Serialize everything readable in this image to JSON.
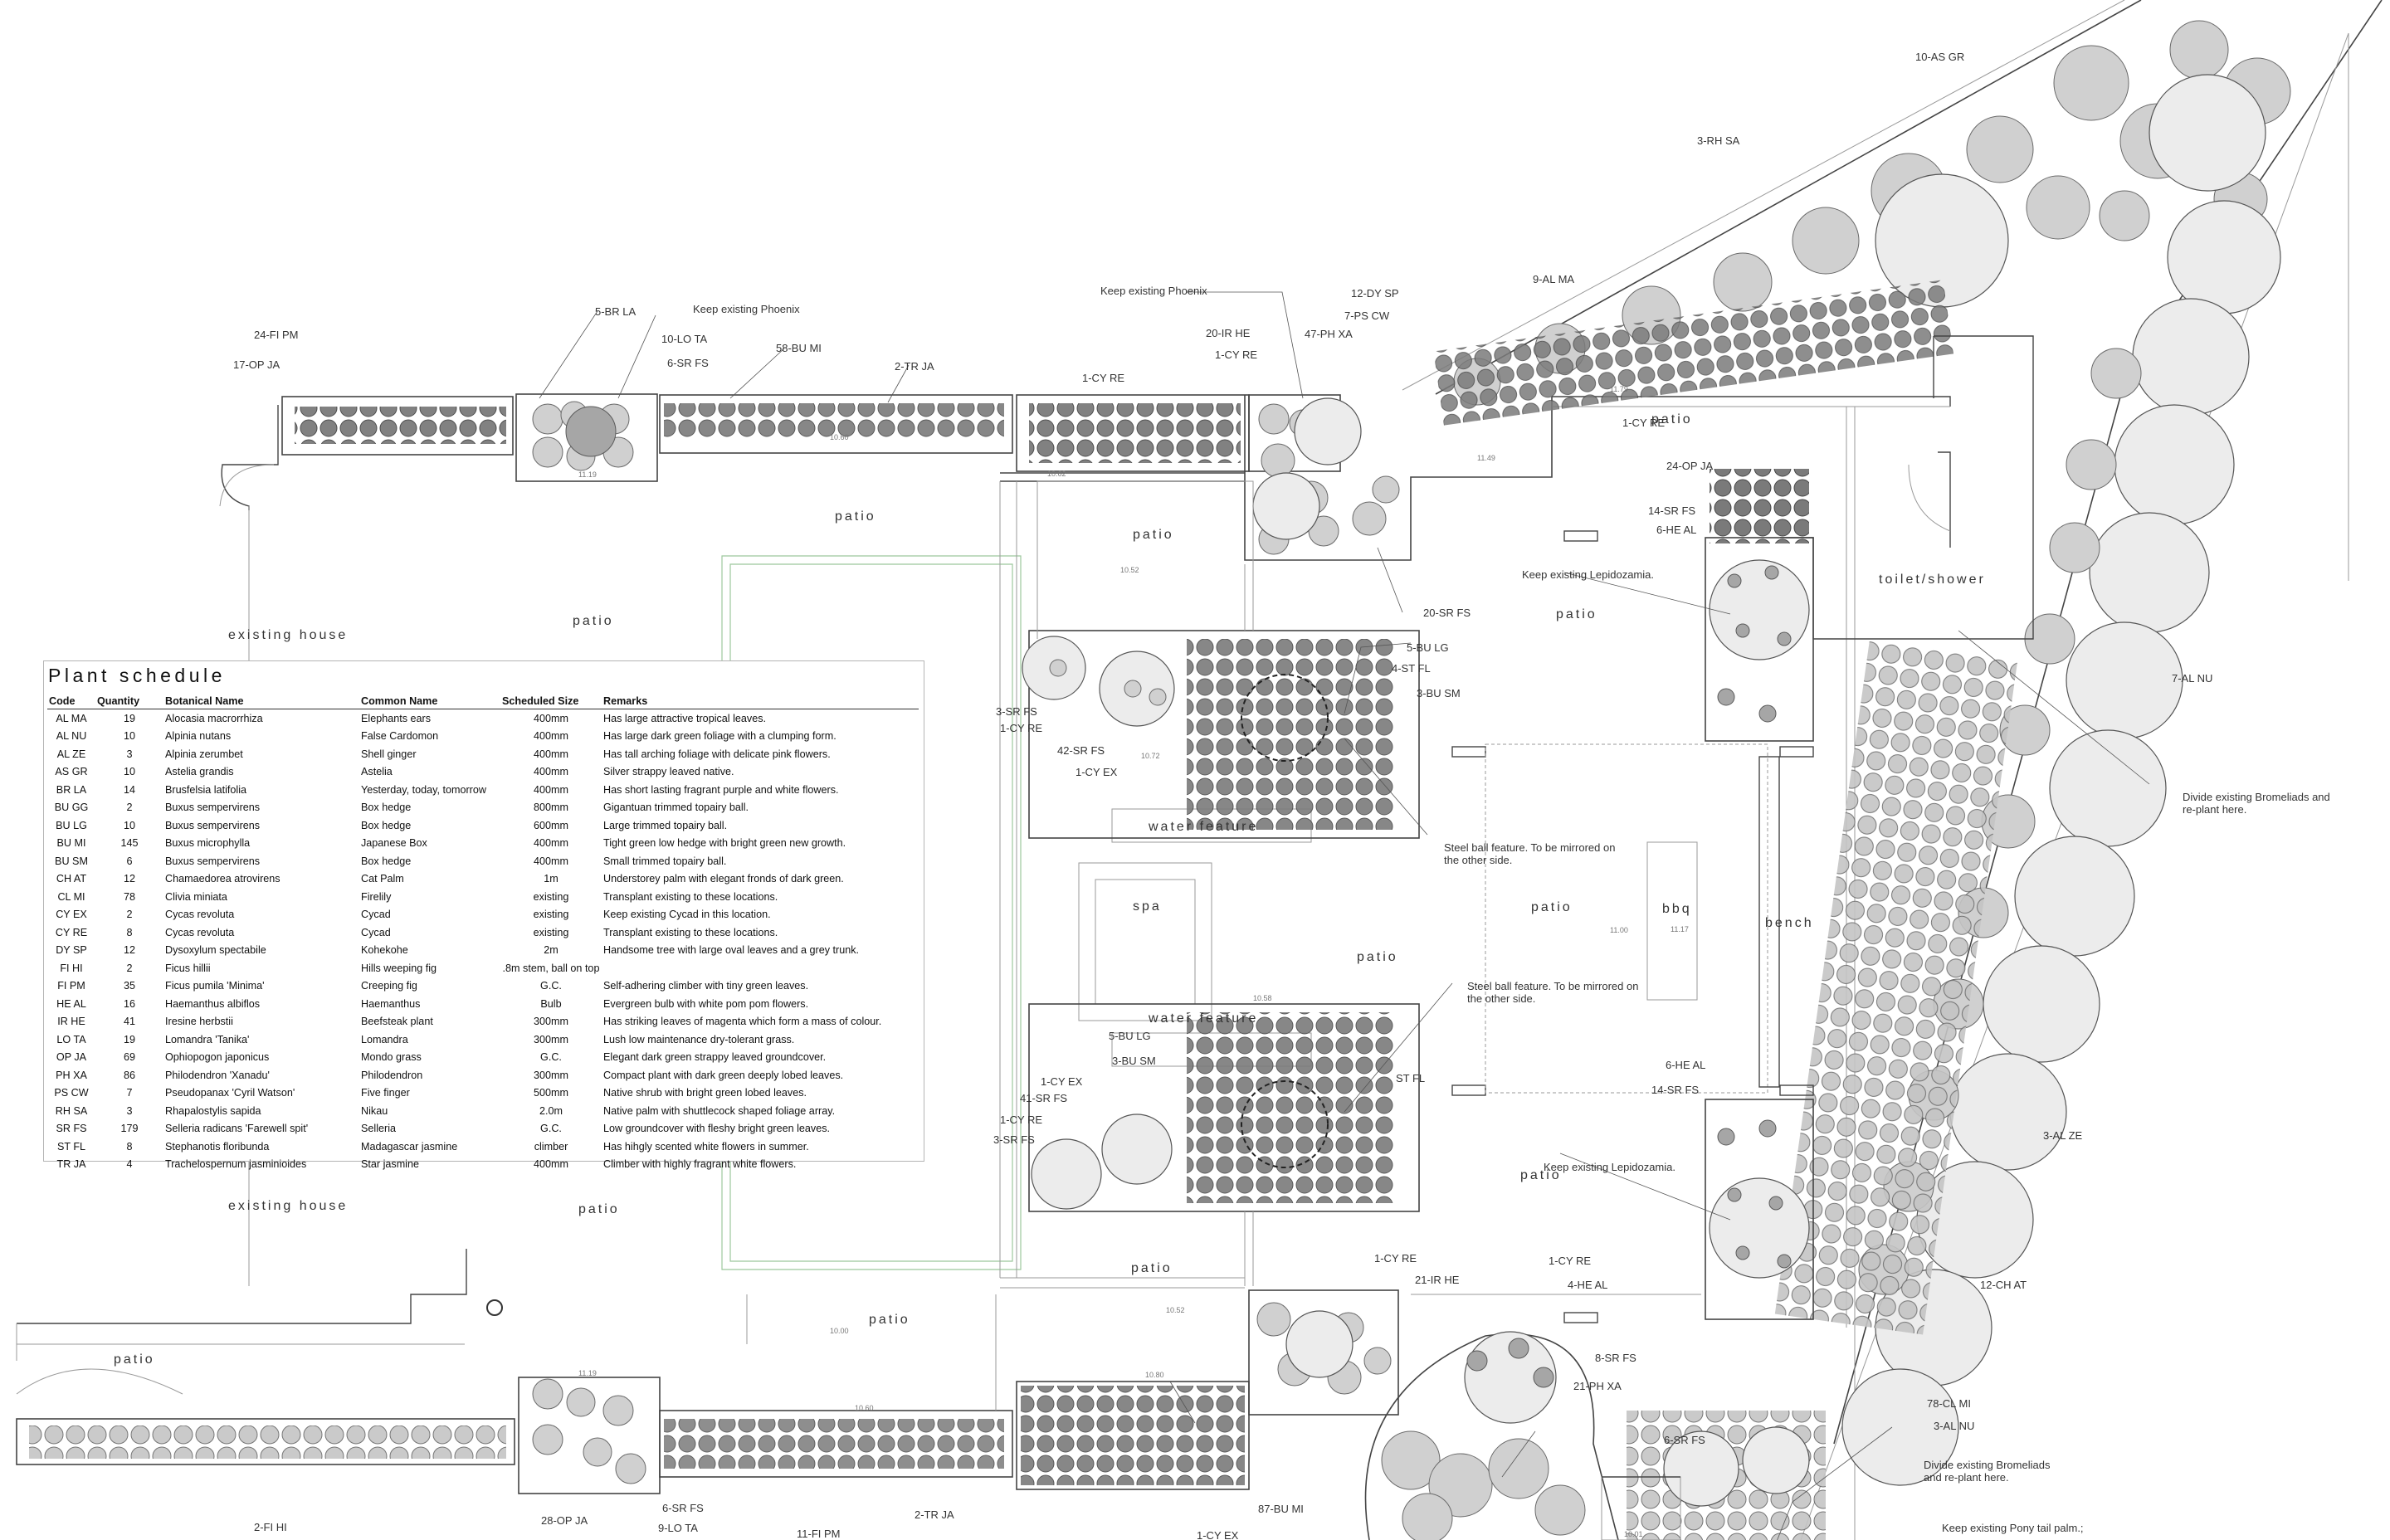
{
  "areas": {
    "patio_top_center": "patio",
    "patio_upper_left": "patio",
    "patio_mid": "patio",
    "patio_right": "patio",
    "patio_center": "patio",
    "patio_lower": "patio",
    "patio_bottom_center": "patio",
    "patio_bottom": "patio",
    "patio_far_left": "patio",
    "patio_lower_right": "patio",
    "patio_side": "patio",
    "patio_garden_right": "patio",
    "existing_house_top": "existing house",
    "existing_house_bottom": "existing house",
    "water_feature_top": "water feature",
    "water_feature_bottom": "water feature",
    "spa": "spa",
    "bbq": "bbq",
    "bench": "bench",
    "toilet_shower": "toilet/shower"
  },
  "levels": [
    "11.19",
    "10.60",
    "10.62",
    "11.79",
    "11.49",
    "10.52",
    "10.72",
    "10.58",
    "11.00",
    "11.17",
    "11.19",
    "10.60",
    "10.80",
    "10.52",
    "10.00",
    "10.01"
  ],
  "callouts": {
    "l01": "10-AS GR",
    "l02": "3-RH SA",
    "l03": "9-AL MA",
    "l04": "12-DY SP",
    "l05": "7-PS CW",
    "l06": "47-PH XA",
    "l07": "Keep existing Phoenix",
    "l08": "20-IR HE",
    "l09": "1-CY RE",
    "l10": "1-CY RE",
    "l11": "5-BR LA",
    "l12": "Keep existing Phoenix",
    "l13": "10-LO TA",
    "l14": "6-SR FS",
    "l15": "58-BU MI",
    "l16": "2-TR JA",
    "l17": "24-FI PM",
    "l18": "17-OP JA",
    "l19": "1-CY RE",
    "l20": "24-OP JA",
    "l21": "14-SR FS",
    "l22": "6-HE AL",
    "l23": "Keep existing Lepidozamia.",
    "l24": "20-SR FS",
    "l25": "5-BU LG",
    "l26": "4-ST FL",
    "l27": "3-BU SM",
    "l28": "3-SR FS",
    "l29": "1-CY RE",
    "l30": "42-SR FS",
    "l31": "1-CY EX",
    "l32": "7-AL NU",
    "l33": "Divide existing Bromeliads and",
    "l34": "re-plant here.",
    "l35": "Steel ball feature. To be mirrored on",
    "l36": "the other side.",
    "l37": "Steel ball feature. To be mirrored on",
    "l38": "the other side.",
    "l39": "5-BU LG",
    "l40": "3-BU SM",
    "l41": "ST FL",
    "l42": "1-CY EX",
    "l43": "41-SR FS",
    "l44": "1-CY RE",
    "l45": "3-SR FS",
    "l46": "6-HE AL",
    "l47": "14-SR FS",
    "l48": "Keep existing Lepidozamia.",
    "l49": "3-AL ZE",
    "l50": "12-CH AT",
    "l51": "1-CY RE",
    "l52": "21-IR HE",
    "l53": "1-CY RE",
    "l54": "4-HE AL",
    "l55": "8-SR FS",
    "l56": "21-PH XA",
    "l57": "6-SR FS",
    "l58": "78-CL MI",
    "l59": "3-AL NU",
    "l60": "Divide existing Bromeliads",
    "l61": "and re-plant here.",
    "l62": "Keep existing Pony tail palm.;",
    "l63": "2-FI HI",
    "l64": "28-OP JA",
    "l65": "6-SR FS",
    "l66": "9-LO TA",
    "l67": "11-FI PM",
    "l68": "2-TR JA",
    "l69": "87-BU MI",
    "l70": "1-CY EX"
  },
  "schedule": {
    "title": "Plant schedule",
    "headers": [
      "Code",
      "Quantity",
      "Botanical Name",
      "Common Name",
      "Scheduled Size",
      "Remarks"
    ],
    "rows": [
      [
        "AL MA",
        "19",
        "Alocasia macrorrhiza",
        "Elephants ears",
        "400mm",
        "Has large attractive tropical leaves."
      ],
      [
        "AL NU",
        "10",
        "Alpinia nutans",
        "False Cardomon",
        "400mm",
        "Has large dark green foliage with a clumping form."
      ],
      [
        "AL ZE",
        "3",
        "Alpinia zerumbet",
        "Shell ginger",
        "400mm",
        "Has tall arching foliage with delicate pink flowers."
      ],
      [
        "AS GR",
        "10",
        "Astelia grandis",
        "Astelia",
        "400mm",
        "Silver strappy leaved native."
      ],
      [
        "BR LA",
        "14",
        "Brusfelsia latifolia",
        "Yesterday, today, tomorrow",
        "400mm",
        "Has short lasting fragrant purple and white flowers."
      ],
      [
        "BU GG",
        "2",
        "Buxus sempervirens",
        "Box hedge",
        "800mm",
        "Gigantuan trimmed topairy ball."
      ],
      [
        "BU LG",
        "10",
        "Buxus sempervirens",
        "Box hedge",
        "600mm",
        "Large trimmed topairy ball."
      ],
      [
        "BU MI",
        "145",
        "Buxus microphylla",
        "Japanese Box",
        "400mm",
        "Tight green low hedge with bright green new growth."
      ],
      [
        "BU SM",
        "6",
        "Buxus sempervirens",
        "Box hedge",
        "400mm",
        "Small trimmed topairy ball."
      ],
      [
        "CH AT",
        "12",
        "Chamaedorea atrovirens",
        "Cat Palm",
        "1m",
        "Understorey palm with elegant fronds of dark green."
      ],
      [
        "CL MI",
        "78",
        "Clivia miniata",
        "Firelily",
        "existing",
        "Transplant existing to these locations."
      ],
      [
        "CY EX",
        "2",
        "Cycas revoluta",
        "Cycad",
        "existing",
        "Keep existing Cycad in this location."
      ],
      [
        "CY RE",
        "8",
        "Cycas revoluta",
        "Cycad",
        "existing",
        "Transplant existing to these locations."
      ],
      [
        "DY SP",
        "12",
        "Dysoxylum spectabile",
        "Kohekohe",
        "2m",
        "Handsome tree with large oval leaves and a grey trunk."
      ],
      [
        "FI HI",
        "2",
        "Ficus hillii",
        "Hills weeping fig",
        ".8m stem, ball on top",
        ""
      ],
      [
        "FI PM",
        "35",
        "Ficus pumila 'Minima'",
        "Creeping fig",
        "G.C.",
        "Self-adhering climber with tiny green leaves."
      ],
      [
        "HE AL",
        "16",
        "Haemanthus albiflos",
        "Haemanthus",
        "Bulb",
        "Evergreen bulb with white pom pom flowers."
      ],
      [
        "IR HE",
        "41",
        "Iresine herbstii",
        "Beefsteak plant",
        "300mm",
        "Has striking leaves of magenta which form a mass of colour."
      ],
      [
        "LO TA",
        "19",
        "Lomandra 'Tanika'",
        "Lomandra",
        "300mm",
        "Lush low maintenance dry-tolerant grass."
      ],
      [
        "OP JA",
        "69",
        "Ophiopogon japonicus",
        "Mondo grass",
        "G.C.",
        "Elegant dark green strappy leaved groundcover."
      ],
      [
        "PH XA",
        "86",
        "Philodendron 'Xanadu'",
        "Philodendron",
        "300mm",
        "Compact plant with dark green deeply lobed leaves."
      ],
      [
        "PS CW",
        "7",
        "Pseudopanax 'Cyril Watson'",
        "Five finger",
        "500mm",
        "Native shrub with bright green lobed leaves."
      ],
      [
        "RH SA",
        "3",
        "Rhapalostylis sapida",
        "Nikau",
        "2.0m",
        "Native palm with shuttlecock shaped foliage array."
      ],
      [
        "SR FS",
        "179",
        "Selleria radicans 'Farewell spit'",
        "Selleria",
        "G.C.",
        "Low groundcover with fleshy bright green leaves."
      ],
      [
        "ST FL",
        "8",
        "Stephanotis floribunda",
        "Madagascar jasmine",
        "climber",
        "Has hihgly scented white flowers in summer."
      ],
      [
        "TR JA",
        "4",
        "Trachelospernum jasminioides",
        "Star jasmine",
        "400mm",
        "Climber with highly fragrant white flowers."
      ]
    ]
  }
}
